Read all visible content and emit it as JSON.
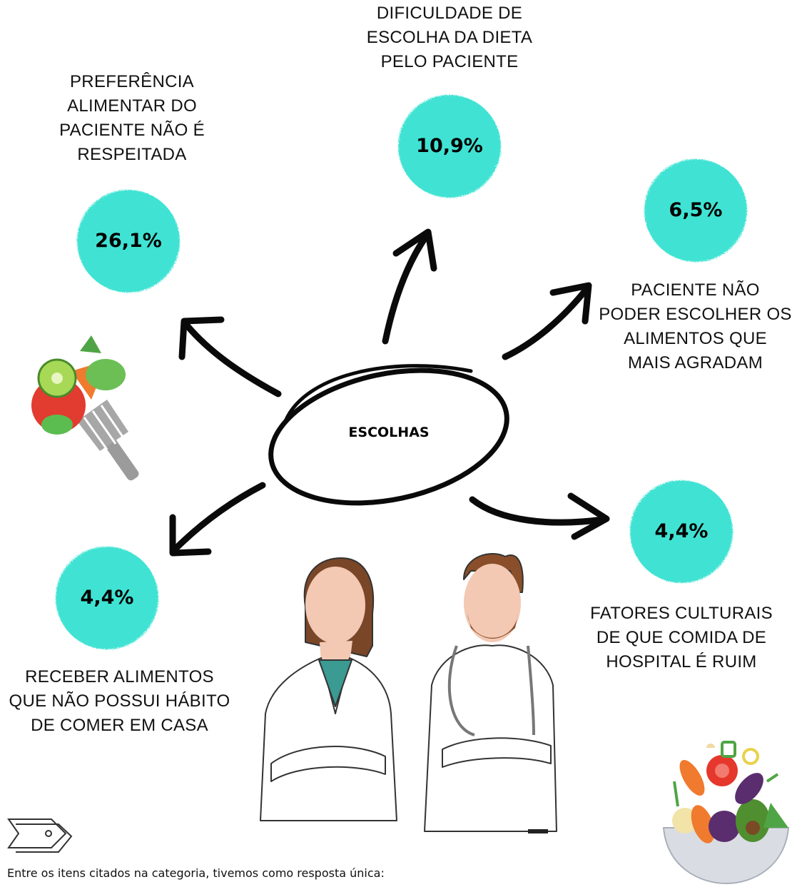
{
  "center": {
    "label": "ESCOLHAS"
  },
  "nodes": [
    {
      "id": "preferencia",
      "percent": "26,1%",
      "label_lines": [
        "PREFERÊNCIA",
        "ALIMENTAR DO",
        "PACIENTE NÃO É",
        "RESPEITADA"
      ]
    },
    {
      "id": "dificuldade",
      "percent": "10,9%",
      "label_lines": [
        "DIFICULDADE DE",
        "ESCOLHA DA DIETA",
        "PELO PACIENTE"
      ]
    },
    {
      "id": "nao-poder",
      "percent": "6,5%",
      "label_lines": [
        "PACIENTE NÃO",
        "PODER ESCOLHER OS",
        "ALIMENTOS QUE",
        "MAIS AGRADAM"
      ]
    },
    {
      "id": "fatores",
      "percent": "4,4%",
      "label_lines": [
        "FATORES CULTURAIS",
        "DE QUE COMIDA DE",
        "HOSPITAL É RUIM"
      ]
    },
    {
      "id": "receber",
      "percent": "4,4%",
      "label_lines": [
        "RECEBER ALIMENTOS",
        "QUE NÃO POSSUI HÁBITO",
        "DE COMER EM CASA"
      ]
    }
  ],
  "footer": "Entre os itens citados na categoria, tivemos como resposta única:",
  "colors": {
    "circle": "#41e3d3",
    "ink": "#111111"
  },
  "icons": [
    "tag-icon",
    "fork-vegetables-icon",
    "salad-bowl-icon",
    "female-doctor-illustration",
    "male-doctor-illustration"
  ]
}
